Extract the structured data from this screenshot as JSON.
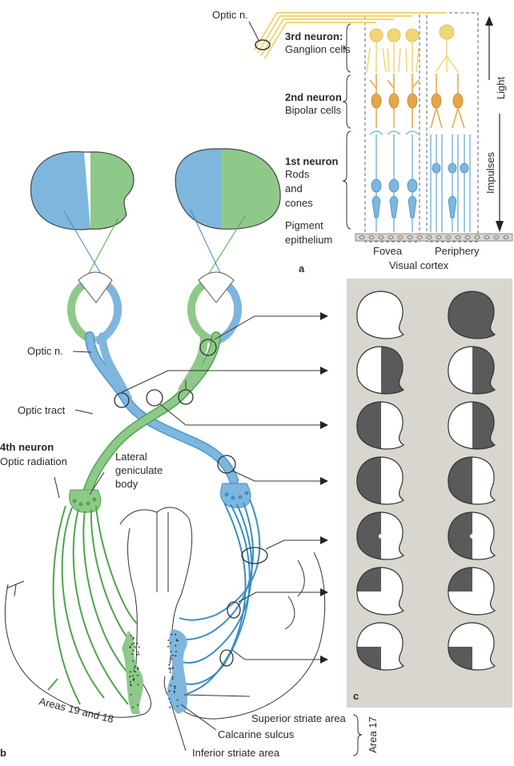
{
  "retina_panel": {
    "optic_n": "Optic n.",
    "third_neuron_title": "3rd neuron",
    "third_neuron_colon": ":",
    "third_neuron_desc": "Ganglion cells",
    "second_neuron_title": "2nd neuron",
    "second_neuron_desc": "Bipolar cells",
    "first_neuron_title": "1st neuron",
    "first_neuron_desc": [
      "Rods",
      "and",
      "cones"
    ],
    "pigment": [
      "Pigment",
      "epithelium"
    ],
    "fovea": "Fovea",
    "periphery": "Periphery",
    "visual_cortex": "Visual cortex",
    "light": "Light",
    "impulses": "Impulses",
    "panel_letter": "a"
  },
  "pathway": {
    "optic_n": "Optic n.",
    "optic_tract": "Optic tract",
    "fourth_neuron": "4th neuron",
    "optic_radiation": "Optic radiation",
    "lgb": [
      "Lateral",
      "geniculate",
      "body"
    ],
    "areas": "Areas 19 and 18",
    "superior_striate": "Superior striate area",
    "calcarine": "Calcarine sulcus",
    "inferior_striate": "Inferior striate area",
    "area17": "Area 17",
    "panel_letter": "b"
  },
  "fields_panel": {
    "panel_letter": "c",
    "rows": [
      {
        "left": "none",
        "right": "full"
      },
      {
        "left": "right-half",
        "right": "right-half"
      },
      {
        "left": "left-half",
        "right": "right-half"
      },
      {
        "left": "left-half",
        "right": "left-half"
      },
      {
        "left": "left-half-spared",
        "right": "left-half-spared"
      },
      {
        "left": "upper-left-quadrant",
        "right": "upper-left-quadrant"
      },
      {
        "left": "lower-left-quadrant",
        "right": "lower-left-quadrant"
      }
    ]
  },
  "colors": {
    "blue": "#7fb6dd",
    "blue_dark": "#3a8fc4",
    "green": "#8fc98a",
    "green_dark": "#4ea64a",
    "yellow": "#f0d675",
    "orange": "#e8a648",
    "defect": "#5a5a5a",
    "panel_bg": "#d9d5cf"
  }
}
